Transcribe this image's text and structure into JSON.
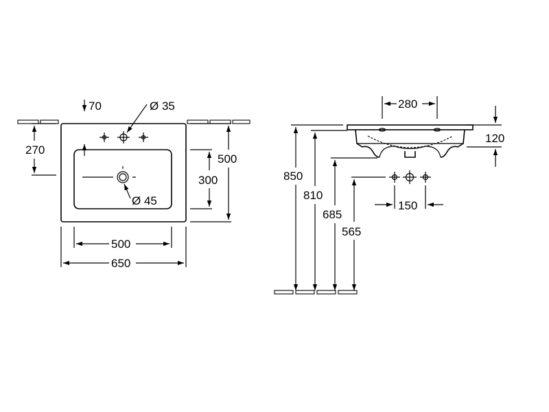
{
  "plan_view": {
    "tap_hole_offset": "70",
    "tap_hole_diameter": "Ø 35",
    "waste_diameter": "Ø 45",
    "tap_hole_depth": "270",
    "bowl_depth": "300",
    "overall_depth": "500",
    "bowl_width": "500",
    "overall_width": "650"
  },
  "side_view": {
    "tap_spacing": "280",
    "basin_height": "120",
    "rim_height": "850",
    "underside_height": "810",
    "waste_height": "685",
    "supply_height": "565",
    "supply_spacing": "150"
  },
  "colors": {
    "line": "#000000",
    "background": "#ffffff"
  }
}
